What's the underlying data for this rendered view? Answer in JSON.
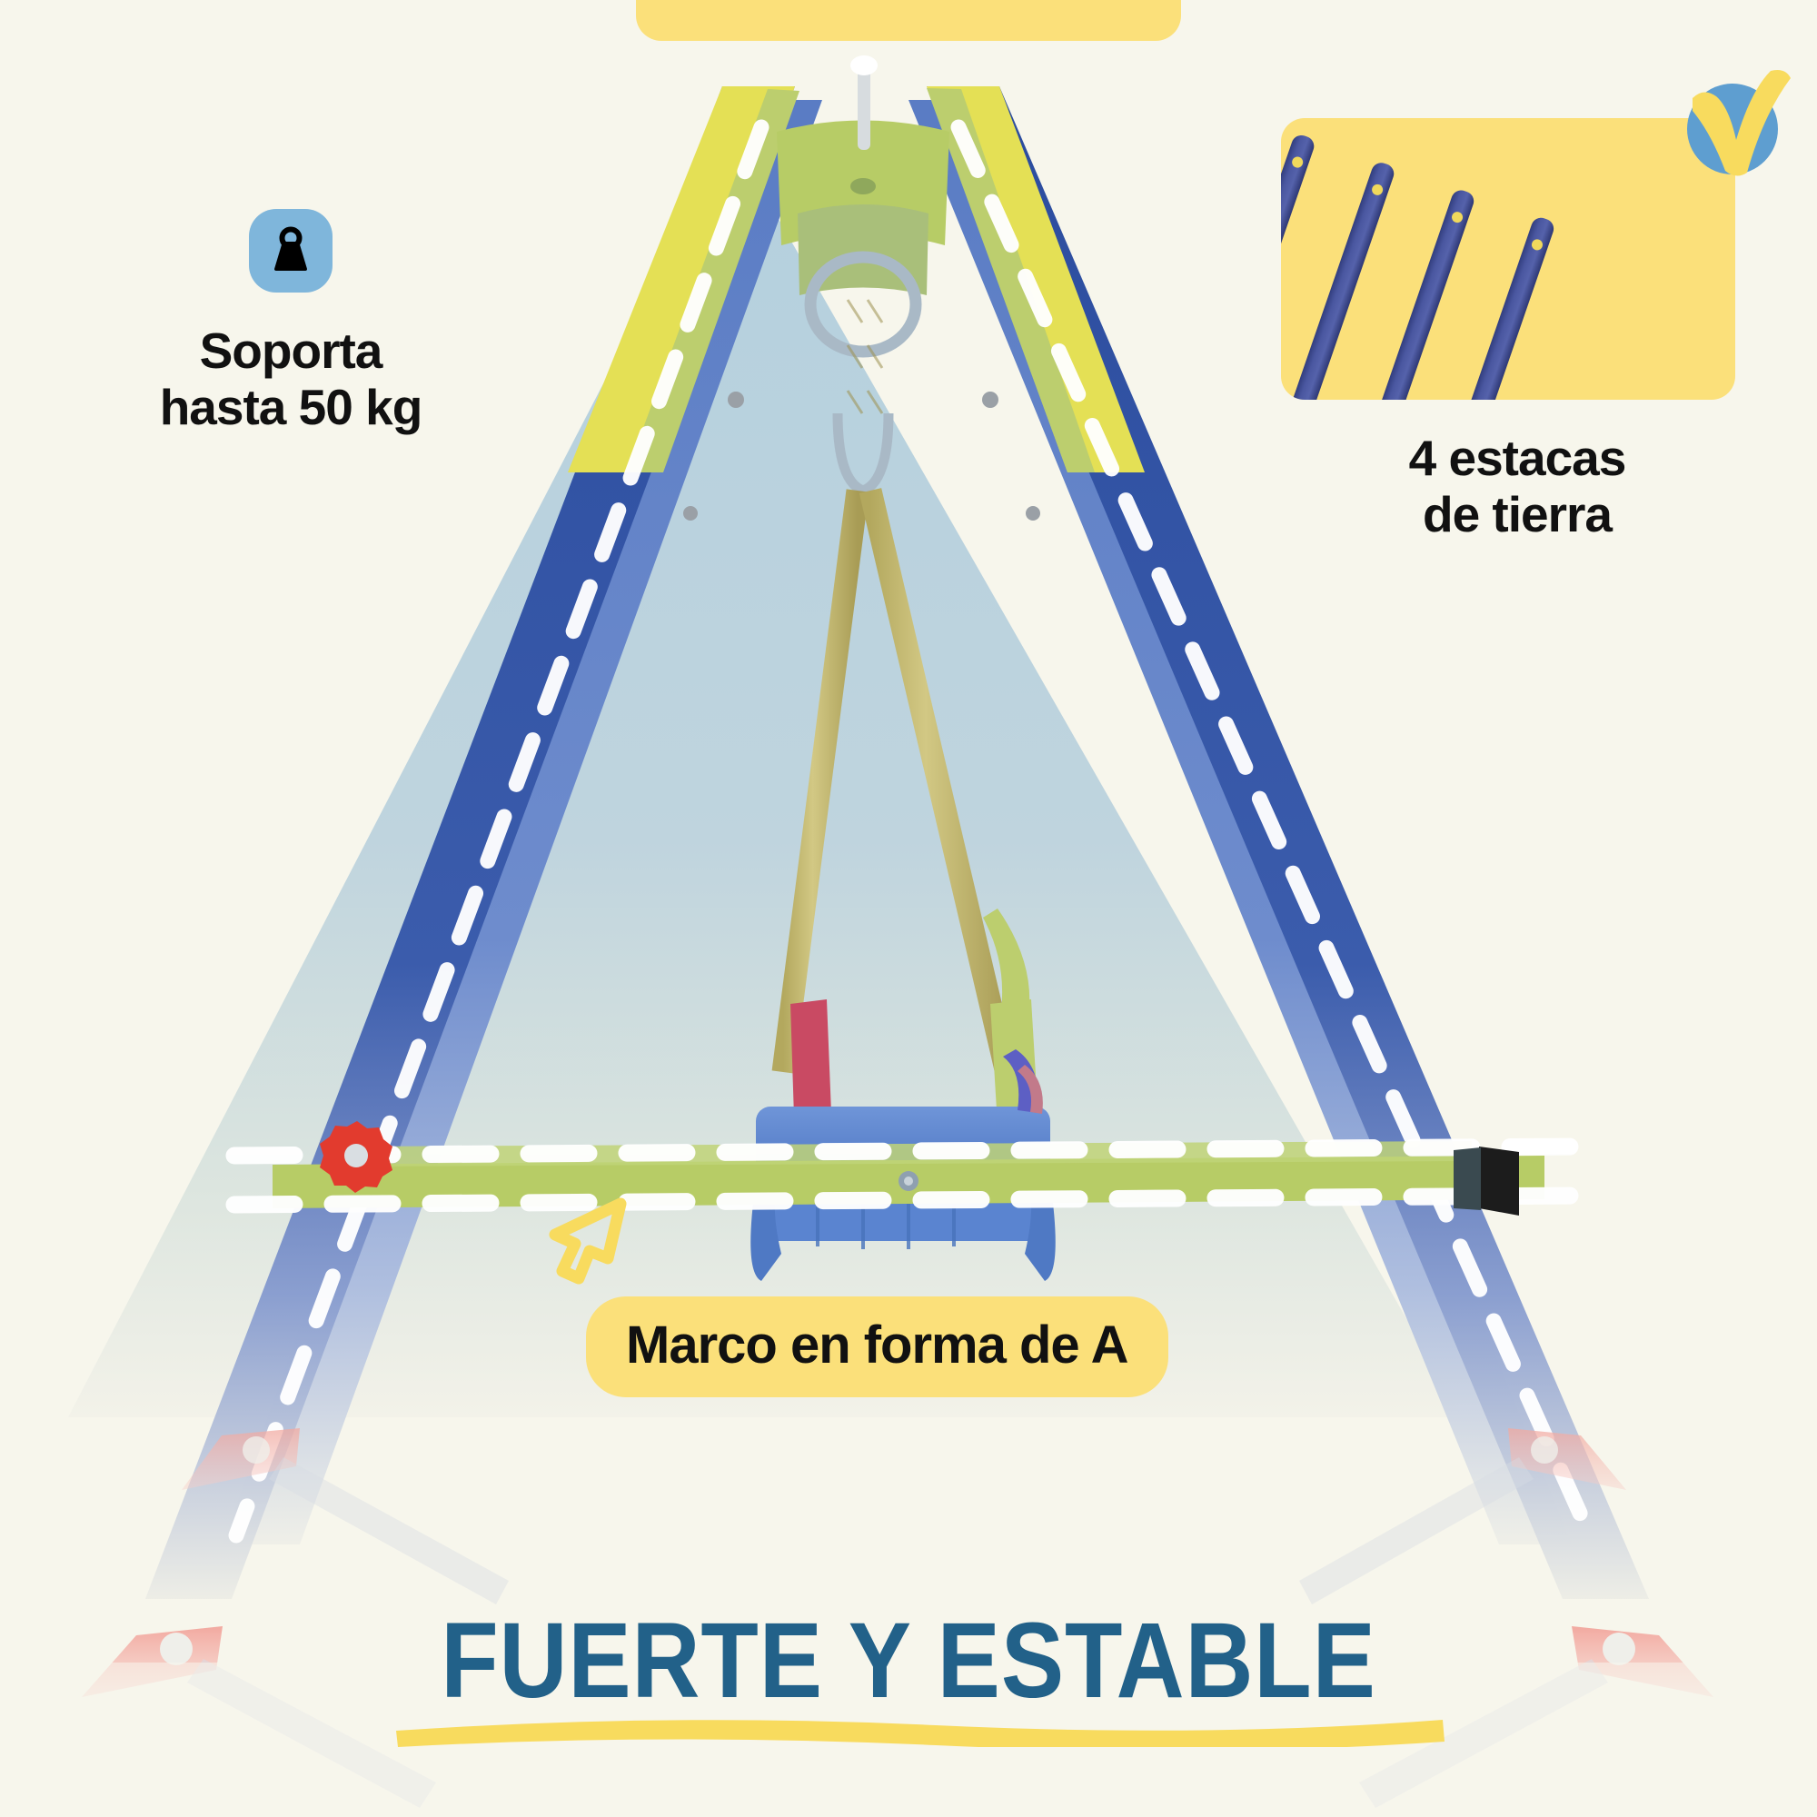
{
  "background_color": "#F7F6EC",
  "colors": {
    "cream": "#F7F6EC",
    "yellow": "#FBE07A",
    "accent_blue": "#7FB6DB",
    "headline_blue": "#226189",
    "frame_blue": "#3A5BA8",
    "frame_yellow": "#E8E24B",
    "frame_green": "#B7CC66",
    "stake_blue": "#3F4C93",
    "inner_fill": "#B8D1DE",
    "seat_blue": "#5A84D0",
    "knob_red": "#E23B2E",
    "rope_tan": "#C9BE74",
    "text_dark": "#111111"
  },
  "top_bar": {
    "name": "top-yellow-bar"
  },
  "features": {
    "weight": {
      "icon": "weight-kettlebell-icon",
      "line1": "Soporta",
      "line2": "hasta 50 kg",
      "value": "50",
      "unit": "kg"
    },
    "stakes": {
      "badge_icon": "check-badge-icon",
      "count": "4",
      "line1": "4 estacas",
      "line2": "de tierra",
      "stake_count": 4
    }
  },
  "callout": {
    "cursor_icon": "cursor-arrow-icon",
    "label": "Marco en forma de A"
  },
  "headline": {
    "text": "FUERTE Y ESTABLE",
    "underline_icon": "brush-underline"
  },
  "product": {
    "name": "a-frame-swing-set",
    "parts": {
      "apex_bracket": "apex-bracket",
      "rope": "swing-rope",
      "seat": "swing-seat",
      "crossbar": "green-crossbar",
      "left_knob": "red-star-knob",
      "right_block": "black-end-cap"
    }
  }
}
